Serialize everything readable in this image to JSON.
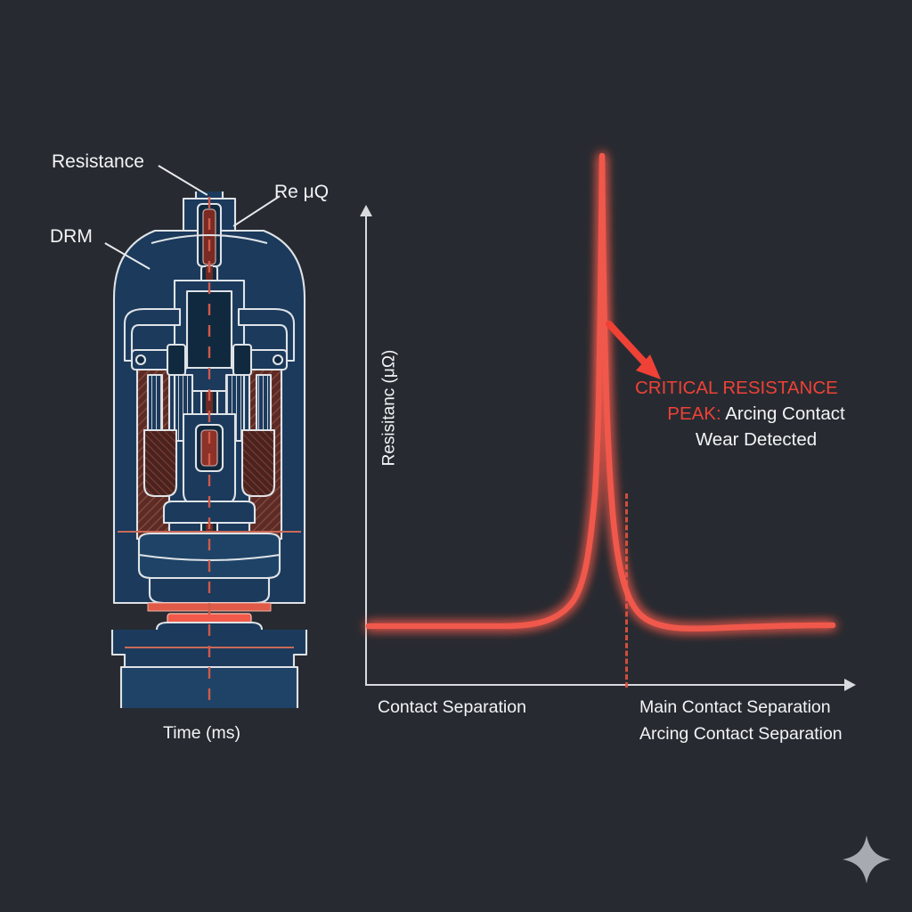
{
  "theme": {
    "background": "#272b31",
    "accent_red": "#ef4136",
    "curve_red": "#f0584b",
    "body_blue": "#1b3a5c",
    "outline_white": "#dfe3e7",
    "hatch_red": "#6e332c",
    "text_white": "#f2f4f6"
  },
  "diagram": {
    "labels": [
      {
        "name": "resistance",
        "text": "Resistance"
      },
      {
        "name": "drm",
        "text": "DRM"
      },
      {
        "name": "re-micro-ohm",
        "text": "Re μQ"
      }
    ],
    "time_axis_label": "Time (ms)"
  },
  "chart_data": {
    "type": "line",
    "title": "",
    "xlabel": "Time (ms)",
    "ylabel": "Resisitanc (μΩ)",
    "grid": false,
    "legend": "none",
    "xlim": [
      0,
      100
    ],
    "ylim": [
      0,
      100
    ],
    "x_tick_labels": [
      {
        "name": "contact-separation",
        "text": "Contact Separation",
        "x": 12
      },
      {
        "name": "main-contact-separation",
        "text": "Main Contact Separation",
        "x": 62
      },
      {
        "name": "arcing-contact-separation",
        "text": "Arcing Contact Separation",
        "x": 62
      }
    ],
    "marker_line": {
      "label": "Arcing Contact Separation",
      "x": 56,
      "style": "dashed",
      "color": "#e0523f"
    },
    "series": [
      {
        "name": "Contact resistance",
        "color": "#f0584b",
        "x": [
          0,
          8,
          16,
          24,
          30,
          34,
          38,
          41,
          44,
          46,
          48,
          49.5,
          50.5,
          52,
          54,
          56,
          59,
          63,
          68,
          74,
          82,
          92,
          100
        ],
        "y": [
          4,
          4,
          4.2,
          5,
          6.5,
          8.5,
          12,
          18,
          30,
          48,
          72,
          92,
          97,
          78,
          48,
          28,
          17,
          11.5,
          8.5,
          7,
          6,
          5.6,
          5.5
        ]
      }
    ],
    "annotation": {
      "name": "critical-peak-callout",
      "line1_red": "CRITICAL RESISTANCE",
      "line2_red": "PEAK:",
      "line2_white": "Arcing Contact",
      "line3_white": "Wear Detected",
      "arrow": "down-right-arrow"
    }
  },
  "watermark": {
    "name": "sparkle-icon",
    "shape": "four-point-star",
    "color": "#a7aab0"
  }
}
